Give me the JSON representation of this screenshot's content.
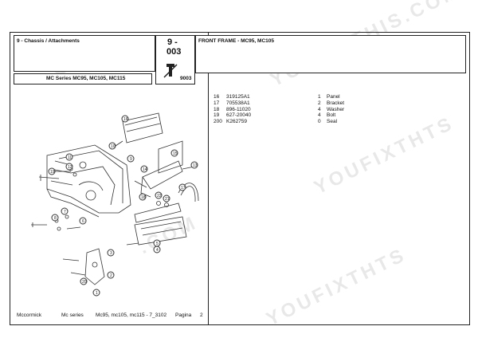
{
  "header": {
    "section_title": "9 - Chassis / Attachments",
    "page_code_line1": "9 -",
    "page_code_line2": "003",
    "series_label": "MC Series MC95, MC105, MC115",
    "ref_code": "9003",
    "assembly_title": "FRONT FRAME - MC95, MC105"
  },
  "parts": [
    {
      "ref": "16",
      "part_no": "319125A1",
      "qty": "1",
      "desc": "Panel"
    },
    {
      "ref": "17",
      "part_no": "705538A1",
      "qty": "2",
      "desc": "Bracket"
    },
    {
      "ref": "18",
      "part_no": "896-11020",
      "qty": "4",
      "desc": "Washer"
    },
    {
      "ref": "19",
      "part_no": "627-20040",
      "qty": "4",
      "desc": "Bolt"
    },
    {
      "ref": "200",
      "part_no": "K262759",
      "qty": "0",
      "desc": "Seal"
    }
  ],
  "footer": {
    "brand": "Mccormick",
    "series": "Mc series",
    "models": "Mc95, mc105, mc115 - 7_3102",
    "page_label": "Pagina",
    "page_number": "2"
  },
  "watermark": {
    "text_a": "YOUFIXTHIS.COM",
    "text_b": ".COM",
    "text_c": "YOUFIXTHTS",
    "text_d": "YOUFIXTHTS"
  },
  "diagram_callouts": [
    "16",
    "17",
    "18",
    "19",
    "13",
    "15",
    "11",
    "12",
    "14",
    "21",
    "22",
    "9",
    "10",
    "7",
    "8",
    "6",
    "5",
    "4",
    "3",
    "2",
    "1",
    "20"
  ]
}
